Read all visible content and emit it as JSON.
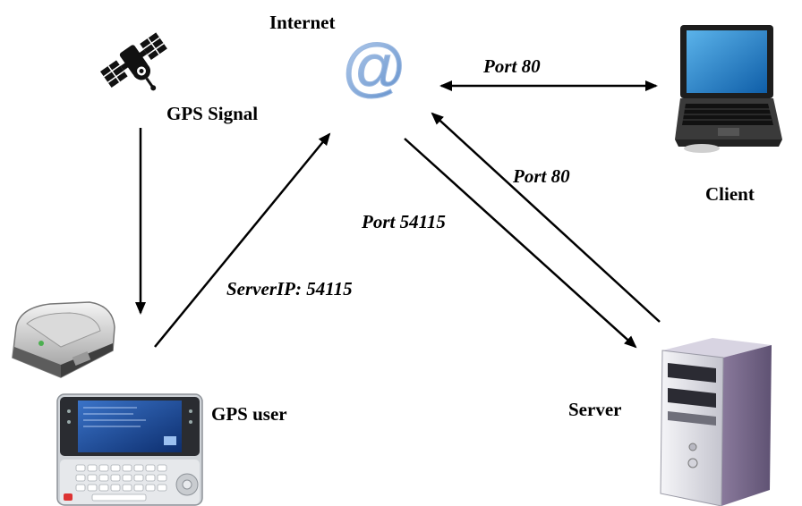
{
  "labels": {
    "internet": "Internet",
    "gps_signal": "GPS Signal",
    "client": "Client",
    "gps_user": "GPS user",
    "server": "Server"
  },
  "connections": {
    "internet_client_port": "Port 80",
    "server_internet_port": "Port 80",
    "internet_server_port": "Port 54115",
    "user_internet": "ServerIP: 54115"
  },
  "icons": {
    "internet": "at-sign-icon",
    "satellite": "satellite-icon",
    "client": "laptop-icon",
    "gps_receiver": "gps-receiver-icon",
    "phone": "phone-icon",
    "server": "server-tower-icon"
  },
  "colors": {
    "arrow": "#000000",
    "at_sign": "#7fa6d6"
  }
}
